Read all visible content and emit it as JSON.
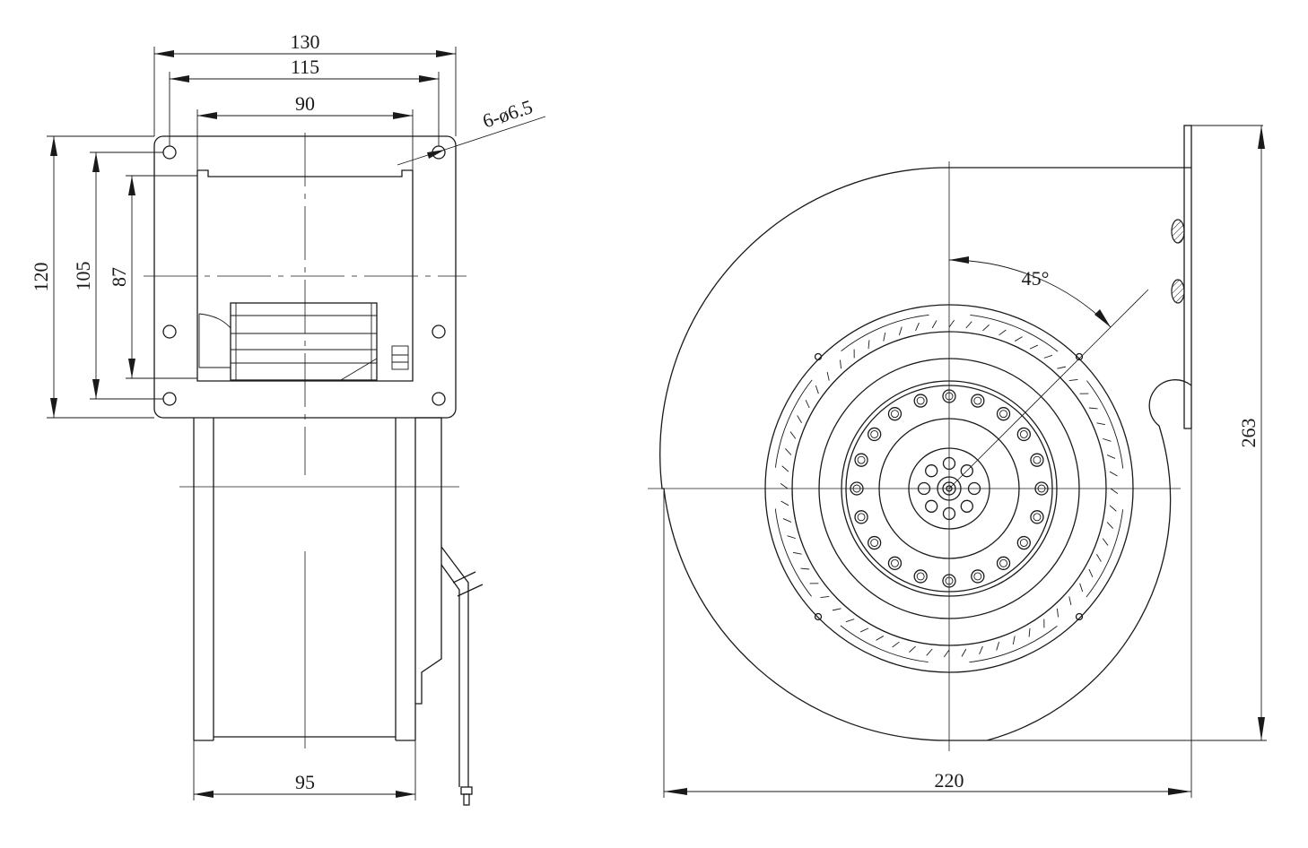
{
  "side_view": {
    "dimensions": {
      "overall_width": "130",
      "hole_spacing_width": "115",
      "outlet_width": "90",
      "overall_height": "120",
      "hole_spacing_height": "105",
      "outlet_height": "87",
      "housing_depth": "95"
    },
    "holes_callout": "6-ø6.5"
  },
  "front_view": {
    "dimensions": {
      "overall_width": "220",
      "overall_height": "263"
    },
    "angle": "45°"
  }
}
